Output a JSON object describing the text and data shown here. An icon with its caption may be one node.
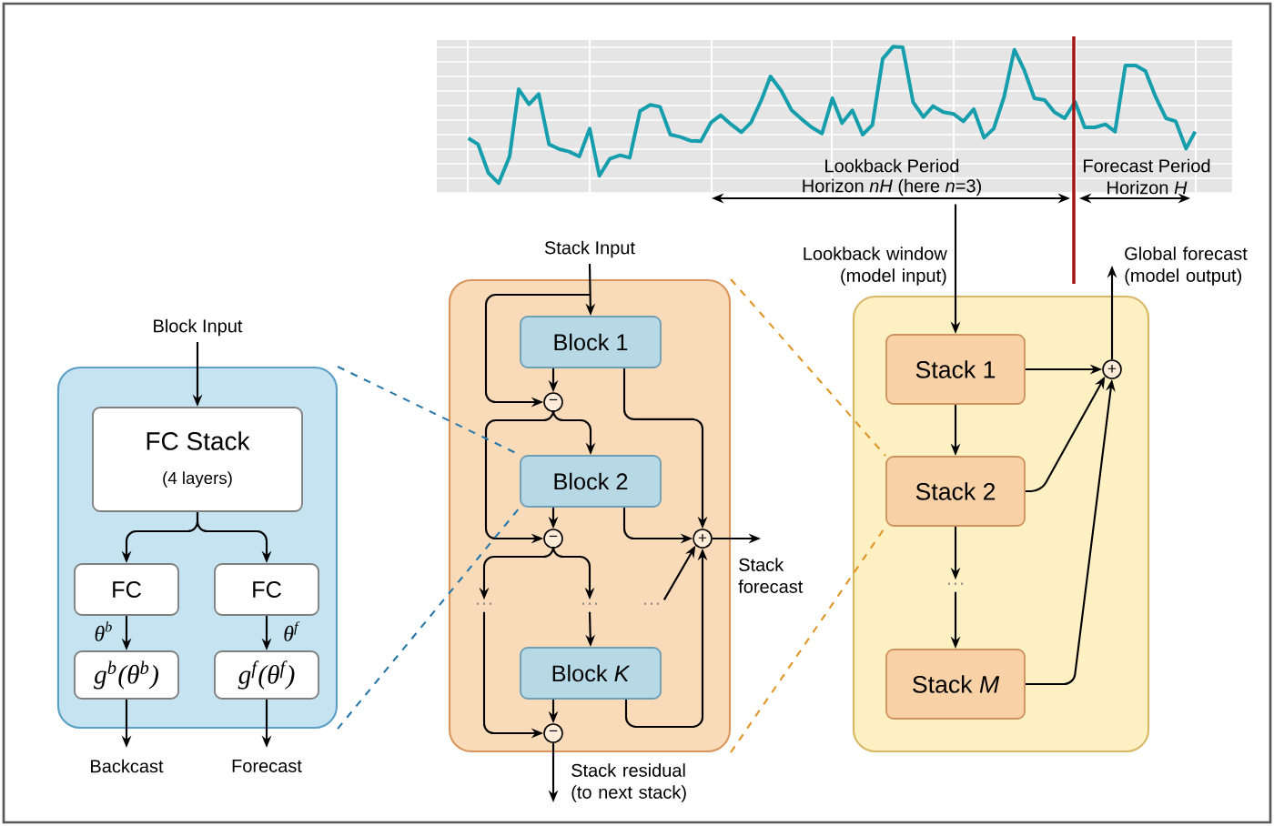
{
  "diagram": {
    "nodes": [
      {
        "text": [],
        "shape": "box"
      },
      {
        "text": [
          "FC Stack",
          "(4 layers)"
        ],
        "in": 0
      },
      {
        "text": [
          "FC"
        ],
        "in": 0
      },
      {
        "text": [
          "FC"
        ],
        "in": 0
      },
      {
        "text": [
          "g$^{b}$(θ$^{b}$)"
        ],
        "in": 0
      },
      {
        "text": [
          "g$^{f}$(θ$^{f}$)"
        ],
        "in": 0
      },
      {
        "text": [],
        "shape": "box"
      },
      {
        "text": [
          "Block 1"
        ],
        "in": 6
      },
      {
        "text": [
          "−"
        ],
        "in": 6
      },
      {
        "text": [
          "Block 2"
        ],
        "in": 6
      },
      {
        "text": [
          "−"
        ],
        "in": 6
      },
      {
        "text": [
          "···"
        ],
        "in": 6
      },
      {
        "text": [
          "···"
        ],
        "in": 6
      },
      {
        "text": [
          "···"
        ],
        "in": 6
      },
      {
        "text": [
          "Block *K*"
        ],
        "in": 6
      },
      {
        "text": [
          "−"
        ],
        "in": 6
      },
      {
        "text": [
          "+"
        ],
        "in": 6
      },
      {
        "text": [],
        "shape": "box"
      },
      {
        "text": [
          "Stack 1"
        ],
        "in": 17
      },
      {
        "text": [
          "Stack 2"
        ],
        "in": 17
      },
      {
        "text": [
          "···"
        ],
        "in": 17
      },
      {
        "text": [
          "Stack *M*"
        ],
        "in": 17
      },
      {
        "text": [
          "+"
        ],
        "in": 17
      },
      {
        "text": [],
        "shape": "picture"
      }
    ],
    "edges": [
      {
        "from": null,
        "to": 1,
        "arrow": "to",
        "label": "Block Input"
      },
      {
        "from": 1,
        "to": 2,
        "arrow": "to"
      },
      {
        "from": 1,
        "to": 3,
        "arrow": "to"
      },
      {
        "from": 2,
        "to": 4,
        "arrow": "to",
        "label": "θ$^{b}$"
      },
      {
        "from": 3,
        "to": 5,
        "arrow": "to",
        "label": "θ$^{f}$"
      },
      {
        "from": 4,
        "to": null,
        "arrow": "to",
        "label": "Backcast"
      },
      {
        "from": 5,
        "to": null,
        "arrow": "to",
        "label": "Forecast"
      },
      {
        "from": null,
        "to": 7,
        "arrow": "to",
        "label": "Stack Input"
      },
      {
        "from": null,
        "to": 8,
        "arrow": "to"
      },
      {
        "from": 7,
        "to": 8,
        "arrow": "to"
      },
      {
        "from": 7,
        "to": 16,
        "arrow": "to"
      },
      {
        "from": 8,
        "to": 9,
        "arrow": "to"
      },
      {
        "from": 8,
        "to": 10,
        "arrow": "to"
      },
      {
        "from": 9,
        "to": 10,
        "arrow": "to"
      },
      {
        "from": 9,
        "to": 16,
        "arrow": "to"
      },
      {
        "from": 10,
        "to": 11,
        "arrow": "to"
      },
      {
        "from": 10,
        "to": 12,
        "arrow": "to"
      },
      {
        "from": 13,
        "to": 16,
        "arrow": "to"
      },
      {
        "from": 12,
        "to": 14,
        "arrow": "to"
      },
      {
        "from": 11,
        "to": 15,
        "arrow": "to"
      },
      {
        "from": 14,
        "to": 15,
        "arrow": "to"
      },
      {
        "from": 14,
        "to": 16,
        "arrow": "to"
      },
      {
        "from": 16,
        "to": null,
        "arrow": "to",
        "label": "Stack forecast"
      },
      {
        "from": 15,
        "to": null,
        "arrow": "to",
        "label": "Stack residual (to next stack)"
      },
      {
        "from": 23,
        "to": 18,
        "arrow": "to",
        "label": "Lookback window (model input)"
      },
      {
        "from": 18,
        "to": 19,
        "arrow": "to"
      },
      {
        "from": 19,
        "to": 20,
        "arrow": "to"
      },
      {
        "from": 20,
        "to": 21,
        "arrow": "to"
      },
      {
        "from": 18,
        "to": 22,
        "arrow": "to"
      },
      {
        "from": 19,
        "to": 22,
        "arrow": "to"
      },
      {
        "from": 21,
        "to": 22,
        "arrow": "to"
      },
      {
        "from": 22,
        "to": null,
        "arrow": "to",
        "label": "Global forecast (model output)"
      },
      {
        "from": 0,
        "to": 9,
        "arrow": "none",
        "style": "dashed",
        "color": "#2878aa"
      },
      {
        "from": 0,
        "to": 9,
        "arrow": "none",
        "style": "dashed",
        "color": "#2878aa"
      },
      {
        "from": 6,
        "to": 19,
        "arrow": "none",
        "style": "dashed",
        "color": "#e19628"
      },
      {
        "from": 6,
        "to": 19,
        "arrow": "none",
        "style": "dashed",
        "color": "#e19628"
      }
    ],
    "labels": [
      "Lookback Period",
      "Horizon *nH* (here *n*=3)",
      "Forecast Period",
      "Horizon *H*"
    ]
  }
}
